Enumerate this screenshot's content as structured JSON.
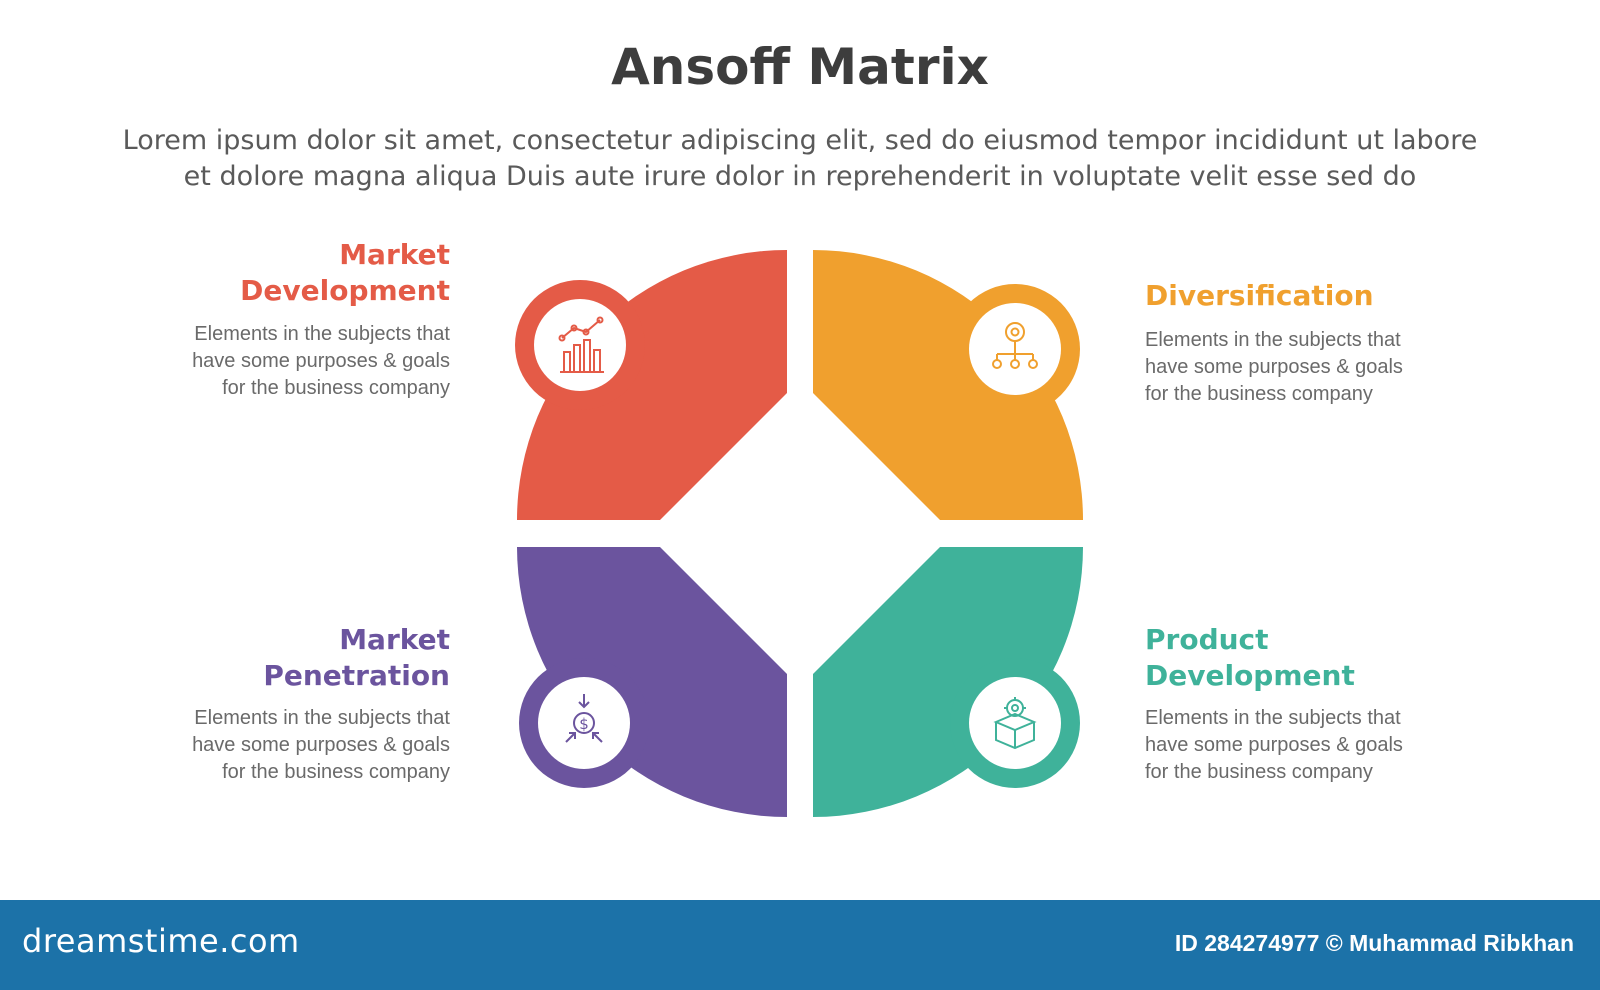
{
  "title": "Ansoff Matrix",
  "subtitle": {
    "line1": "Lorem ipsum dolor sit amet, consectetur adipiscing elit, sed do eiusmod tempor incididunt ut labore",
    "line2": "et dolore magna aliqua Duis aute irure dolor in reprehenderit in voluptate velit esse sed do"
  },
  "quadrants": {
    "market_development": {
      "title_line1": "Market",
      "title_line2": "Development",
      "desc_line1": "Elements in the subjects that",
      "desc_line2": "have  some purposes & goals",
      "desc_line3": "for the  business company",
      "color": "#e45b47",
      "icon": "bar-chart-trend-icon"
    },
    "diversification": {
      "title_line1": "Diversification",
      "desc_line1": "Elements in the subjects that",
      "desc_line2": "have  some purposes & goals",
      "desc_line3": "for the  business company",
      "color": "#f0a02e",
      "icon": "hierarchy-icon"
    },
    "market_penetration": {
      "title_line1": "Market",
      "title_line2": "Penetration",
      "desc_line1": "Elements in the subjects that",
      "desc_line2": "have  some purposes & goals",
      "desc_line3": "for the  business company",
      "color": "#6b549e",
      "icon": "dollar-target-icon"
    },
    "product_development": {
      "title_line1": "Product",
      "title_line2": "Development",
      "desc_line1": "Elements in the subjects that",
      "desc_line2": "have  some purposes & goals",
      "desc_line3": "for the  business company",
      "color": "#3fb29a",
      "icon": "box-gear-icon"
    }
  },
  "footer": {
    "brand": "dreamstime.com",
    "credit": "ID 284274977 © Muhammad Ribkhan",
    "color": "#1c72a8"
  }
}
